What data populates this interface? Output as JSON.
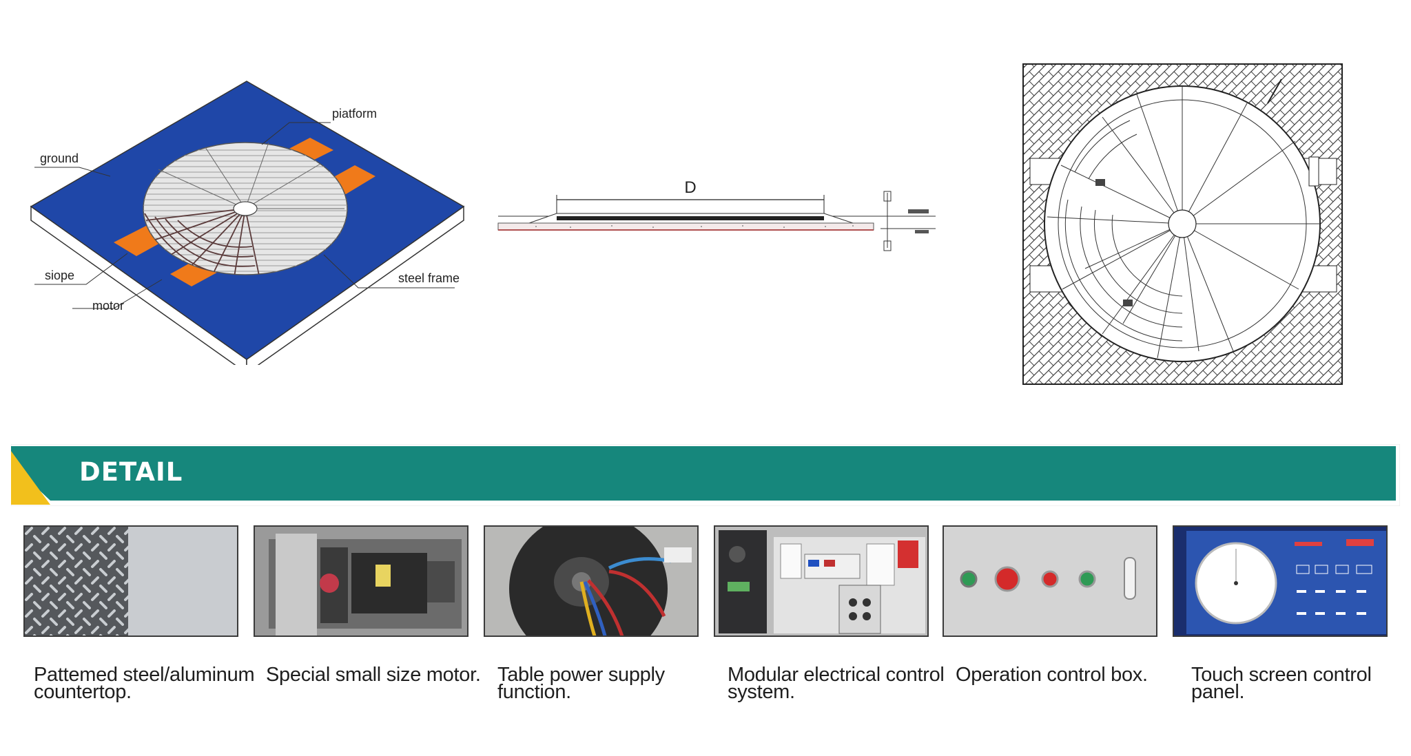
{
  "iso_diagram": {
    "labels": {
      "platform": "piatform",
      "ground": "ground",
      "slope": "siope",
      "motor": "motor",
      "steel_frame": "steel frame"
    },
    "colors": {
      "ground": "#1f47a8",
      "motor_pads": "#f07a1a",
      "platform": "#e6e6e6"
    }
  },
  "section_diagram": {
    "dimension_label": "D"
  },
  "banner": {
    "title": "DETAIL",
    "colors": {
      "band": "#16877c",
      "accent": "#f2c01c"
    }
  },
  "details": [
    {
      "caption_line1": "Pattemed steel/aluminum",
      "caption_line2": "countertop."
    },
    {
      "caption_line1": "Special small size motor.",
      "caption_line2": ""
    },
    {
      "caption_line1": "Table power supply",
      "caption_line2": "function."
    },
    {
      "caption_line1": "Modular electrical control",
      "caption_line2": "system."
    },
    {
      "caption_line1": "Operation control box.",
      "caption_line2": ""
    },
    {
      "caption_line1": "Touch screen control",
      "caption_line2": "panel."
    }
  ]
}
